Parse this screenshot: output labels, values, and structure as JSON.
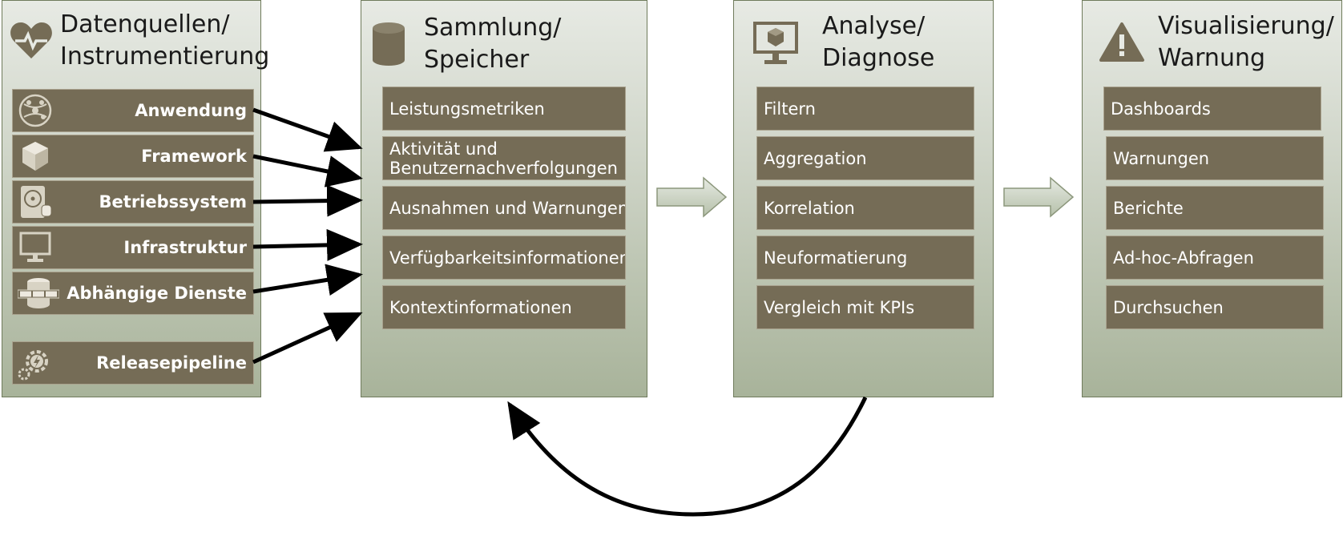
{
  "panels": {
    "sources": {
      "title_line1": "Datenquellen/",
      "title_line2": "Instrumentierung",
      "icon": "heart-pulse-icon",
      "items": [
        {
          "label": "Anwendung",
          "icon": "globe-network-icon"
        },
        {
          "label": "Framework",
          "icon": "cube-icon"
        },
        {
          "label": "Betriebssystem",
          "icon": "hard-disk-icon"
        },
        {
          "label": "Infrastruktur",
          "icon": "monitor-icon"
        },
        {
          "label": "Abhängige Dienste",
          "icon": "database-mail-icon"
        },
        {
          "label": "Releasepipeline",
          "icon": "gears-lightning-icon"
        }
      ]
    },
    "storage": {
      "title_line1": "Sammlung/",
      "title_line2": "Speicher",
      "icon": "cylinder-icon",
      "items": [
        {
          "label": "Leistungsmetriken"
        },
        {
          "label_line1": "Aktivität und",
          "label_line2": "Benutzernachverfolgungen"
        },
        {
          "label": "Ausnahmen und Warnungen"
        },
        {
          "label": "Verfügbarkeitsinformationen"
        },
        {
          "label": "Kontextinformationen"
        }
      ]
    },
    "analysis": {
      "title_line1": "Analyse/",
      "title_line2": "Diagnose",
      "icon": "monitor-cube-icon",
      "items": [
        {
          "label": "Filtern"
        },
        {
          "label": "Aggregation"
        },
        {
          "label": "Korrelation"
        },
        {
          "label": "Neuformatierung"
        },
        {
          "label": "Vergleich mit KPIs"
        }
      ]
    },
    "visualization": {
      "title_line1": "Visualisierung/",
      "title_line2": "Warnung",
      "icon": "warning-triangle-icon",
      "items": [
        {
          "label": "Dashboards"
        },
        {
          "label": "Warnungen"
        },
        {
          "label": "Berichte"
        },
        {
          "label": "Ad-hoc-Abfragen"
        },
        {
          "label": "Durchsuchen"
        }
      ]
    }
  },
  "colors": {
    "box_fill": "#756c56",
    "panel_border": "#6f7b5b",
    "arrow": "#000000",
    "block_arrow_fill": "#c9d1c0"
  }
}
